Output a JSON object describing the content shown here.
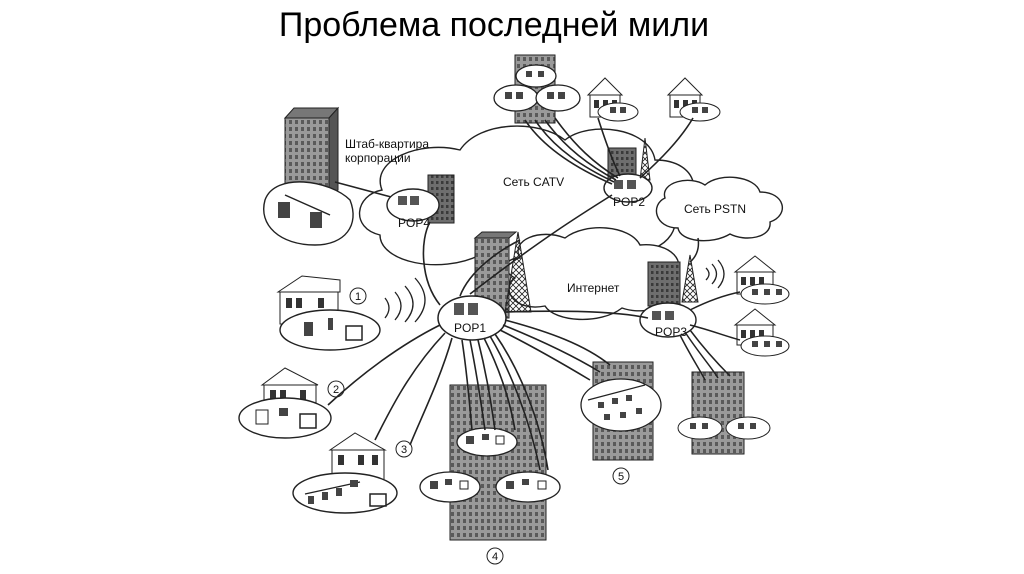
{
  "title": "Проблема последней мили",
  "labels": {
    "hq_line1": "Штаб-квартира",
    "hq_line2": "корпорации",
    "catv": "Сеть CATV",
    "pstn": "Сеть PSTN",
    "internet": "Интернет",
    "pop1": "POP1",
    "pop2": "POP2",
    "pop3": "POP3",
    "pop4": "POP4",
    "n1": "1",
    "n2": "2",
    "n3": "3",
    "n4": "4",
    "n5": "5"
  },
  "colors": {
    "ink": "#1a1a1a",
    "building": "#8a8a8a",
    "cloud": "#ffffff"
  }
}
